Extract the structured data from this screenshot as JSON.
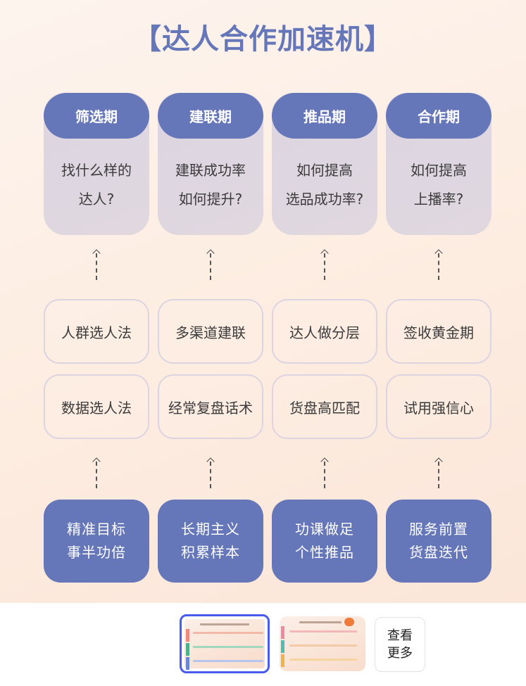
{
  "title": "【达人合作加速机】",
  "colors": {
    "accent": "#6677b9",
    "card_bg": "#ddd6e1",
    "poster_bg": "#fdeee3",
    "active_thumb_border": "#4a5cf0"
  },
  "phases": [
    {
      "name": "筛选期",
      "question_lines": [
        "找什么样的",
        "达人?"
      ]
    },
    {
      "name": "建联期",
      "question_lines": [
        "建联成功率",
        "如何提升?"
      ]
    },
    {
      "name": "推品期",
      "question_lines": [
        "如何提高",
        "选品成功率?"
      ]
    },
    {
      "name": "合作期",
      "question_lines": [
        "如何提高",
        "上播率?"
      ]
    }
  ],
  "methods_row1": [
    "人群选人法",
    "多渠道建联",
    "达人做分层",
    "签收黄金期"
  ],
  "methods_row2": [
    "数据选人法",
    "经常复盘话术",
    "货盘高匹配",
    "试用强信心"
  ],
  "principles": [
    [
      "精准目标",
      "事半功倍"
    ],
    [
      "长期主义",
      "积累样本"
    ],
    [
      "功课做足",
      "个性推品"
    ],
    [
      "服务前置",
      "货盘迭代"
    ]
  ],
  "gallery": {
    "thumbnails": [
      {
        "icon": "poster-thumbnail-1",
        "active": true
      },
      {
        "icon": "poster-thumbnail-2",
        "active": false
      }
    ],
    "more_lines": [
      "查看",
      "更多"
    ]
  }
}
